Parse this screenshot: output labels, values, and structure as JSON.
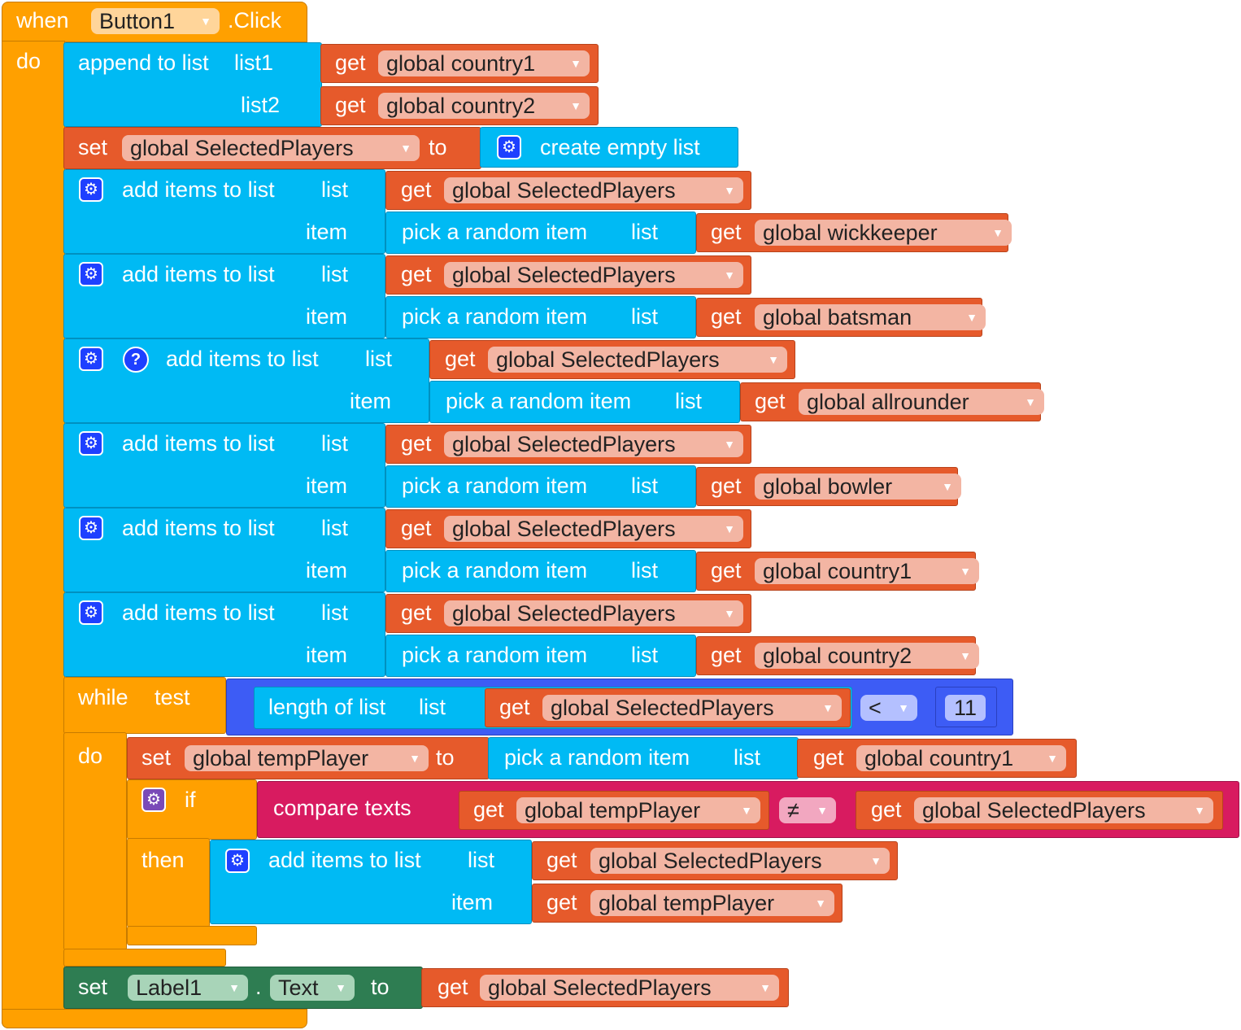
{
  "event": {
    "when": "when",
    "component": "Button1",
    "event_name": ".Click",
    "do": "do"
  },
  "append": {
    "label": "append to list",
    "list1": "list1",
    "list2": "list2",
    "get": "get",
    "var1": "global country1",
    "var2": "global country2"
  },
  "set_empty": {
    "set": "set",
    "var": "global SelectedPlayers",
    "to": "to",
    "value": "create empty list"
  },
  "common": {
    "add_items": "add items to list",
    "list": "list",
    "item": "item",
    "pick": "pick a random item",
    "get": "get",
    "selected": "global SelectedPlayers"
  },
  "adds": [
    {
      "source": "global wickkeeper"
    },
    {
      "source": "global batsman"
    },
    {
      "source": "global allrounder",
      "has_help": true
    },
    {
      "source": "global bowler"
    },
    {
      "source": "global country1"
    },
    {
      "source": "global country2"
    }
  ],
  "while_block": {
    "while": "while",
    "test": "test",
    "do": "do",
    "length": "length of list",
    "list": "list",
    "var": "global SelectedPlayers",
    "op": "<",
    "number": "11"
  },
  "set_temp": {
    "set": "set",
    "var": "global tempPlayer",
    "to": "to",
    "pick": "pick a random item",
    "list": "list",
    "source": "global country1"
  },
  "if_block": {
    "if": "if",
    "then": "then",
    "compare": "compare texts",
    "left": "global tempPlayer",
    "op": "≠",
    "right": "global SelectedPlayers"
  },
  "then_add": {
    "list_var": "global SelectedPlayers",
    "item_var": "global tempPlayer"
  },
  "final_set": {
    "set": "set",
    "component": "Label1",
    "dot": ".",
    "property": "Text",
    "to": "to",
    "var": "global SelectedPlayers"
  },
  "colors": {
    "event": "#FFA000",
    "lists": "#00BAF4",
    "variables": "#E65A2B",
    "logic": "#3D5CF5",
    "text": "#D81B60",
    "component": "#2E7D52"
  },
  "icons": {
    "mutator": "gear-icon",
    "help": "help-icon",
    "dropdown": "caret-down-icon"
  }
}
